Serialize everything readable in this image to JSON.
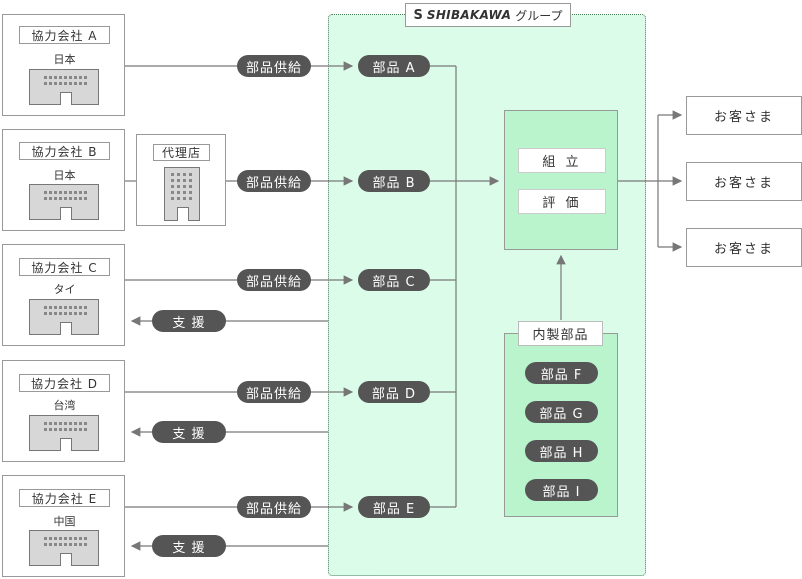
{
  "group": {
    "brand": "SHIBAKAWA",
    "suffix": "グループ",
    "logo": "S"
  },
  "partners": [
    {
      "name": "協力会社 A",
      "country": "日本"
    },
    {
      "name": "協力会社 B",
      "country": "日本"
    },
    {
      "name": "協力会社 C",
      "country": "タイ"
    },
    {
      "name": "協力会社 D",
      "country": "台湾"
    },
    {
      "name": "協力会社 E",
      "country": "中国"
    }
  ],
  "agent": {
    "label": "代理店"
  },
  "supply_label": "部品供給",
  "support_label": "支 援",
  "parts": [
    "部品 A",
    "部品 B",
    "部品 C",
    "部品 D",
    "部品 E"
  ],
  "assembly": {
    "assemble": "組 立",
    "evaluate": "評 価"
  },
  "inhouse": {
    "title": "内製部品",
    "parts": [
      "部品 F",
      "部品 G",
      "部品 H",
      "部品 I"
    ]
  },
  "customers": [
    "お客さま",
    "お客さま",
    "お客さま"
  ],
  "colors": {
    "group_bg": "#dcfcea",
    "assembly_bg": "#b9f4cd",
    "pill": "#555555",
    "line": "#777777"
  }
}
